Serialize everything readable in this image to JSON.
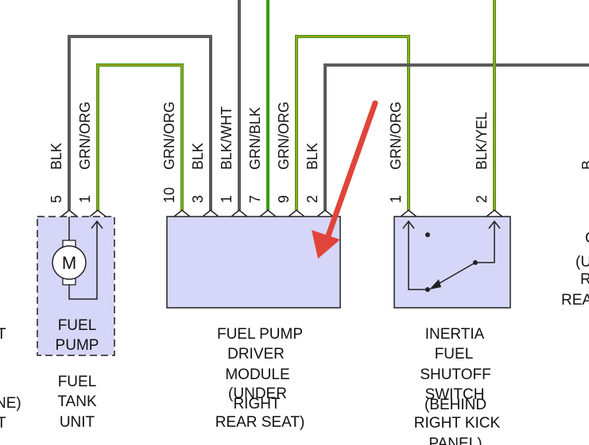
{
  "colors": {
    "blk_wire": "#5a5a5a",
    "grn_wire": "#3a9a1a",
    "org_stripe": "#e0a020",
    "component_fill": "#d6d6f8",
    "arrow": "#e0443a"
  },
  "fuel_pump": {
    "motor_symbol": "M",
    "inner_label": [
      "FUEL",
      "PUMP"
    ],
    "caption": [
      "FUEL",
      "TANK",
      "UNIT"
    ],
    "pins": [
      {
        "num": "5",
        "wire": "BLK"
      },
      {
        "num": "1",
        "wire": "GRN/ORG"
      }
    ]
  },
  "module": {
    "caption": [
      "FUEL PUMP",
      "DRIVER",
      "MODULE",
      "(UNDER",
      "RIGHT",
      "REAR SEAT)"
    ],
    "pins": [
      {
        "num": "10",
        "wire": "GRN/ORG"
      },
      {
        "num": "3",
        "wire": "BLK"
      },
      {
        "num": "1",
        "wire": "BLK/WHT"
      },
      {
        "num": "7",
        "wire": "GRN/BLK"
      },
      {
        "num": "9",
        "wire": "GRN/ORG"
      },
      {
        "num": "2",
        "wire": "BLK"
      }
    ]
  },
  "inertia_switch": {
    "caption": [
      "INERTIA",
      "FUEL",
      "SHUTOFF",
      "SWITCH",
      "(BEHIND",
      "RIGHT KICK",
      "PANEL)"
    ],
    "pins": [
      {
        "num": "1",
        "wire": "GRN/ORG"
      },
      {
        "num": "2",
        "wire": "BLK/YEL"
      }
    ]
  },
  "left_cutoff": [
    "T",
    "NE)",
    "T"
  ],
  "right_cutoff": [
    "B",
    "C",
    "(U",
    "R",
    "REA"
  ]
}
